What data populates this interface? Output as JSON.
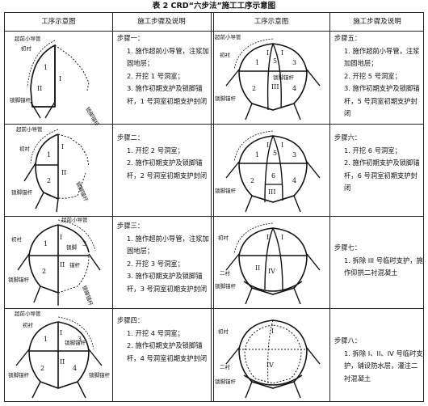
{
  "title": "表 2  CRD“六步法”施工工序示意图",
  "headers": {
    "diagram_col": "工序示意图",
    "steps_col": "施工步骤及说明"
  },
  "labels": {
    "pipe": "超前小导管",
    "lining": "初衬",
    "bolt": "锁脚锚杆",
    "bolt_short": "锁脚",
    "bolt_short2": "锚杆",
    "lining2": "二衬"
  },
  "steps": [
    {
      "heading": "步骤一：",
      "items": [
        "1. 施作超前小导管，注浆加固地层；",
        "2. 开挖 1 号洞室；",
        "3. 施作初期支护及锁脚锚杆，1 号洞室初期支护封闭"
      ]
    },
    {
      "heading": "步骤二：",
      "items": [
        "1. 开挖 2 号洞室；",
        "2. 施作初期支护及锁脚锚杆，2 号洞室初期支护封闭"
      ]
    },
    {
      "heading": "步骤三：",
      "items": [
        "1. 施作超前小导管，注浆加固地层；",
        "2. 开挖 3 号洞室；",
        "3. 施作初期支护及锁脚锚杆，3 号洞室初期支护封闭"
      ]
    },
    {
      "heading": "步骤四：",
      "items": [
        "1. 开挖 4 号洞室；",
        "2. 施作初期支护及锁脚锚杆，4 号洞室初期支护封闭"
      ]
    },
    {
      "heading": "步骤五：",
      "items": [
        "1. 施作超前小导管，注浆加固地层；",
        "2. 开挖 5 号洞室；",
        "3. 施作初期支护及锁脚锚杆，5 号洞室初期支护封闭"
      ]
    },
    {
      "heading": "步骤六：",
      "items": [
        "1. 开挖 6 号洞室；",
        "2. 施作初期支护及锁脚锚杆，6 号洞室初期支护封闭"
      ]
    },
    {
      "heading": "步骤七：",
      "items": [
        "1. 拆除 III 号临时支护，施作仰拱二衬混凝土"
      ]
    },
    {
      "heading": "步骤八：",
      "items": [
        "1. 拆除 I、II、IV 号临时支护，铺设防水层，灌注二衬混凝土"
      ]
    }
  ],
  "numerals": {
    "n1": "1",
    "n2": "2",
    "n3": "3",
    "n4": "4",
    "n5": "5",
    "n6": "6",
    "r1": "I",
    "r2": "II",
    "r3": "III",
    "r4": "IV"
  }
}
